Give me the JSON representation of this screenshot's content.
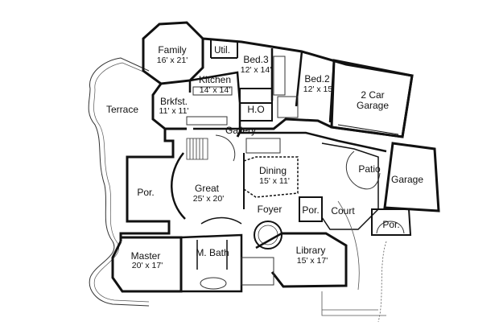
{
  "plan": {
    "rooms": [
      {
        "key": "family",
        "name": "Family",
        "dims": "16' x 21'"
      },
      {
        "key": "util",
        "name": "Util.",
        "dims": ""
      },
      {
        "key": "bed3",
        "name": "Bed.3",
        "dims": "12' x 14'"
      },
      {
        "key": "bed2",
        "name": "Bed.2",
        "dims": "12' x 15'"
      },
      {
        "key": "garage2",
        "name": "2 Car",
        "dims": "Garage"
      },
      {
        "key": "kitchen",
        "name": "Kitchen",
        "dims": "14' x 14'"
      },
      {
        "key": "brkfst",
        "name": "Brkfst.",
        "dims": "11' x 11'"
      },
      {
        "key": "terrace",
        "name": "Terrace",
        "dims": ""
      },
      {
        "key": "ho",
        "name": "H.O",
        "dims": ""
      },
      {
        "key": "gallery",
        "name": "Gallery",
        "dims": ""
      },
      {
        "key": "great",
        "name": "Great",
        "dims": "25' x 20'"
      },
      {
        "key": "dining",
        "name": "Dining",
        "dims": "15' x 11'"
      },
      {
        "key": "porch_left",
        "name": "Por.",
        "dims": ""
      },
      {
        "key": "patio",
        "name": "Patio",
        "dims": ""
      },
      {
        "key": "garage",
        "name": "Garage",
        "dims": ""
      },
      {
        "key": "foyer",
        "name": "Foyer",
        "dims": ""
      },
      {
        "key": "porch_front",
        "name": "Por.",
        "dims": ""
      },
      {
        "key": "court",
        "name": "Court",
        "dims": ""
      },
      {
        "key": "porch_right",
        "name": "Por.",
        "dims": ""
      },
      {
        "key": "master",
        "name": "Master",
        "dims": "20' x 17'"
      },
      {
        "key": "mbath",
        "name": "M. Bath",
        "dims": ""
      },
      {
        "key": "library",
        "name": "Library",
        "dims": "15' x 17'"
      }
    ]
  }
}
